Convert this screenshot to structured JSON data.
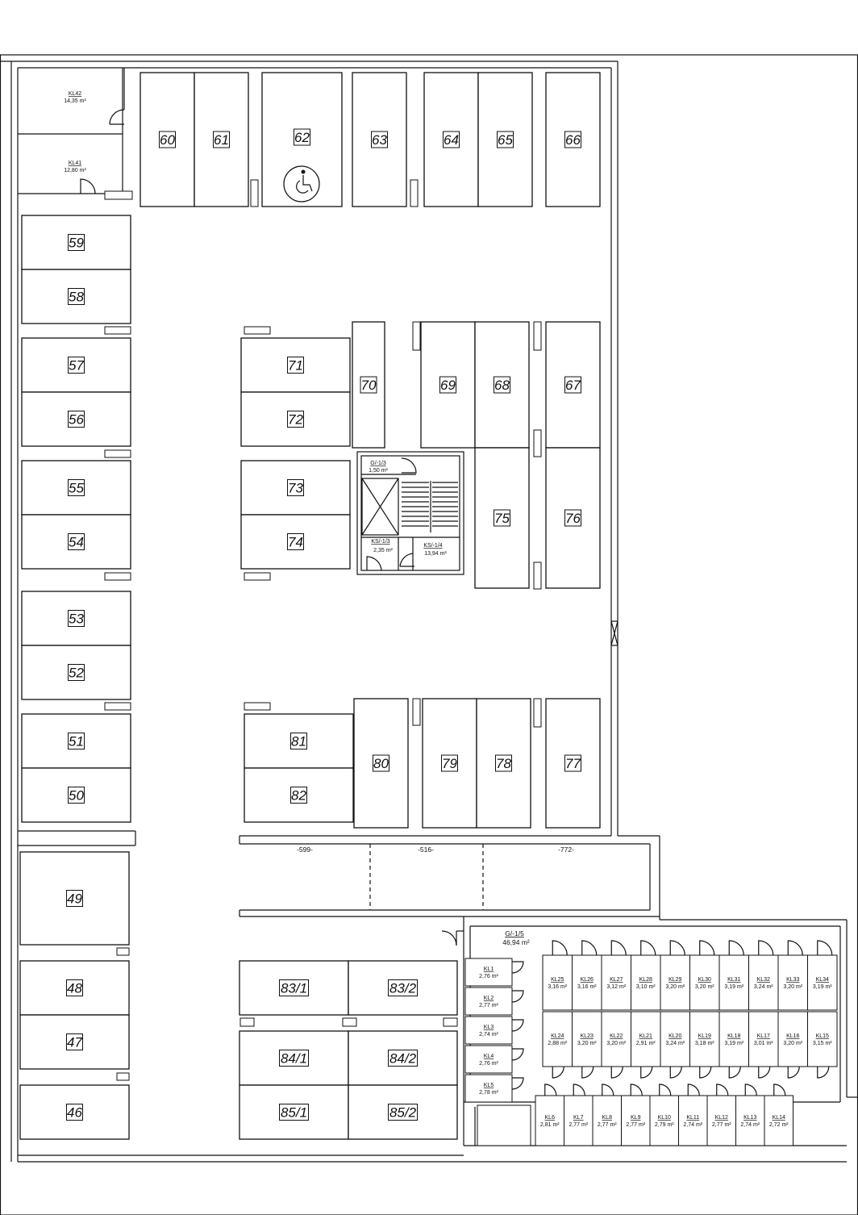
{
  "plan": {
    "parking_spaces": [
      "60",
      "61",
      "62",
      "63",
      "64",
      "65",
      "66",
      "59",
      "58",
      "57",
      "56",
      "55",
      "54",
      "53",
      "52",
      "51",
      "50",
      "49",
      "48",
      "47",
      "46",
      "71",
      "72",
      "73",
      "74",
      "70",
      "69",
      "68",
      "67",
      "75",
      "76",
      "81",
      "82",
      "80",
      "79",
      "78",
      "77",
      "83/1",
      "83/2",
      "84/1",
      "84/2",
      "85/1",
      "85/2"
    ],
    "accessible_space": "62",
    "accessible_symbol": "wheelchair-icon",
    "storage_large": [
      {
        "id": "KL42",
        "area": "14,35 m²"
      },
      {
        "id": "KL41",
        "area": "12,80 m²"
      }
    ],
    "stair_core": [
      {
        "id": "G/-1/3",
        "area": "1,50 m²"
      },
      {
        "id": "KS/-1/3",
        "area": "2,35 m²"
      },
      {
        "id": "KS/-1/4",
        "area": "13,94 m²"
      }
    ],
    "dimensions": [
      "-599-",
      "-516-",
      "-772-"
    ],
    "corridor": {
      "id": "G/-1/5",
      "area": "46,94 m²"
    },
    "lockers_left": [
      {
        "id": "KL1",
        "area": "2,76 m²"
      },
      {
        "id": "KL2",
        "area": "2,77 m²"
      },
      {
        "id": "KL3",
        "area": "2,74 m²"
      },
      {
        "id": "KL4",
        "area": "2,76 m²"
      },
      {
        "id": "KL5",
        "area": "2,78 m²"
      }
    ],
    "lockers_top": [
      {
        "id": "KL25",
        "area": "3,16 m²"
      },
      {
        "id": "KL26",
        "area": "3,16 m²"
      },
      {
        "id": "KL27",
        "area": "3,12 m²"
      },
      {
        "id": "KL28",
        "area": "3,10 m²"
      },
      {
        "id": "KL29",
        "area": "3,20 m²"
      },
      {
        "id": "KL30",
        "area": "3,20 m²"
      },
      {
        "id": "KL31",
        "area": "3,19 m²"
      },
      {
        "id": "KL32",
        "area": "3,24 m²"
      },
      {
        "id": "KL33",
        "area": "3,20 m²"
      },
      {
        "id": "KL34",
        "area": "3,19 m²"
      }
    ],
    "lockers_middle": [
      {
        "id": "KL24",
        "area": "2,88 m²"
      },
      {
        "id": "KL23",
        "area": "3,20 m²"
      },
      {
        "id": "KL22",
        "area": "3,20 m²"
      },
      {
        "id": "KL21",
        "area": "2,91 m²"
      },
      {
        "id": "KL20",
        "area": "3,24 m²"
      },
      {
        "id": "KL19",
        "area": "3,18 m²"
      },
      {
        "id": "KL18",
        "area": "3,19 m²"
      },
      {
        "id": "KL17",
        "area": "3,01 m²"
      },
      {
        "id": "KL16",
        "area": "3,20 m²"
      },
      {
        "id": "KL15",
        "area": "3,15 m²"
      }
    ],
    "lockers_bottom": [
      {
        "id": "KL6",
        "area": "2,81 m²"
      },
      {
        "id": "KL7",
        "area": "2,77 m²"
      },
      {
        "id": "KL8",
        "area": "2,77 m²"
      },
      {
        "id": "KL9",
        "area": "2,77 m²"
      },
      {
        "id": "KL10",
        "area": "2,79 m²"
      },
      {
        "id": "KL11",
        "area": "2,74 m²"
      },
      {
        "id": "KL12",
        "area": "2,77 m²"
      },
      {
        "id": "KL13",
        "area": "2,74 m²"
      },
      {
        "id": "KL14",
        "area": "2,72 m²"
      }
    ]
  }
}
